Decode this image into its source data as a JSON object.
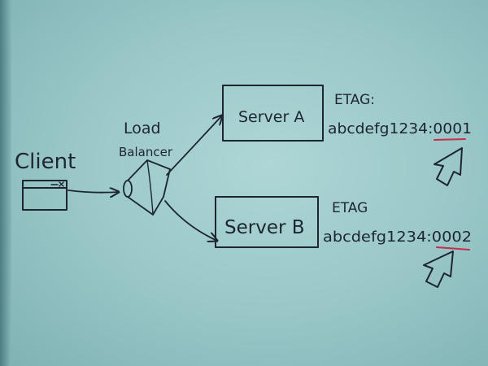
{
  "client": {
    "label": "Client"
  },
  "load_balancer": {
    "label_line1": "Load",
    "label_line2": "Balancer"
  },
  "server_a": {
    "label": "Server A",
    "etag_label": "ETAG:",
    "etag_value": "abcdefg1234:0001"
  },
  "server_b": {
    "label": "Server B",
    "etag_label": "ETAG",
    "etag_value": "abcdefg1234:0002"
  },
  "colors": {
    "board": "#a3cfcf",
    "ink": "#1d2530",
    "highlight": "#c2304c"
  },
  "icons": [
    "browser-window-icon",
    "funnel-icon",
    "cursor-arrow-icon"
  ]
}
